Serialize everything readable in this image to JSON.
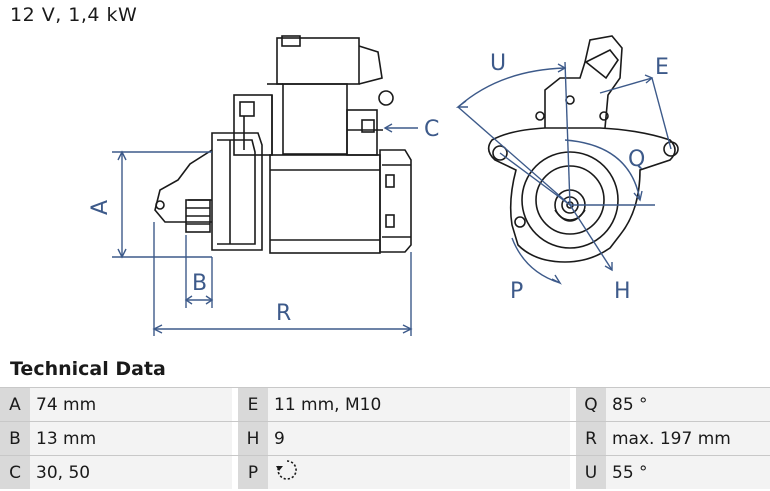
{
  "spec_line": "12 V, 1,4 kW",
  "diagram": {
    "labels": {
      "A": "A",
      "B": "B",
      "C": "C",
      "R": "R",
      "U": "U",
      "E": "E",
      "Q": "Q",
      "P": "P",
      "H": "H"
    }
  },
  "tech_heading": "Technical Data",
  "rows": [
    [
      {
        "k": "A",
        "v": "74 mm"
      },
      {
        "k": "E",
        "v": "11 mm, M10"
      },
      {
        "k": "Q",
        "v": "85 °"
      }
    ],
    [
      {
        "k": "B",
        "v": "13 mm"
      },
      {
        "k": "H",
        "v": "9"
      },
      {
        "k": "R",
        "v": "max. 197 mm"
      }
    ],
    [
      {
        "k": "C",
        "v": "30, 50"
      },
      {
        "k": "P",
        "v": ""
      },
      {
        "k": "U",
        "v": "55 °"
      }
    ]
  ],
  "colors": {
    "dimension_line": "#3d5a8a",
    "drawing_line": "#1a1a1a",
    "key_cell": "#d9d9d9",
    "value_cell": "#f3f3f3"
  },
  "icons": {
    "P_value": "rotation-direction-icon"
  }
}
